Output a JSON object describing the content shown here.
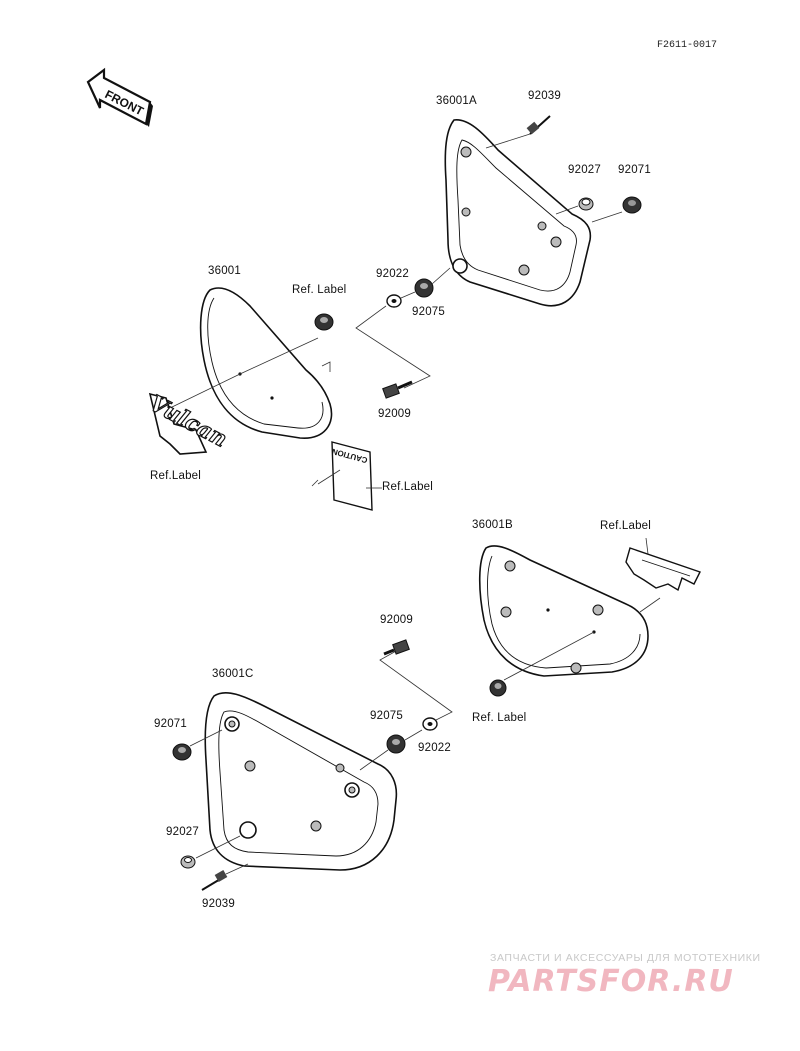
{
  "diagram": {
    "code": "F2611-0017",
    "front_label": "FRONT",
    "emblem_text": "Vulcan",
    "sticker_text": "CAUTION",
    "labels": {
      "part_36001A": "36001A",
      "part_92039_top": "92039",
      "part_92027_top": "92027",
      "part_92071_top": "92071",
      "part_36001": "36001",
      "ref_label_grommet": "Ref. Label",
      "part_92022_top": "92022",
      "part_92075_top": "92075",
      "part_92009_top": "92009",
      "ref_label_emblem": "Ref.Label",
      "ref_label_sticker": "Ref.Label",
      "part_36001B": "36001B",
      "ref_label_decal": "Ref.Label",
      "part_92009_bottom": "92009",
      "ref_label_grommet_b": "Ref. Label",
      "part_36001C": "36001C",
      "part_92071_bottom": "92071",
      "part_92075_bottom": "92075",
      "part_92022_bottom": "92022",
      "part_92027_bottom": "92027",
      "part_92039_bottom": "92039"
    }
  },
  "watermark": {
    "tagline": "ЗАПЧАСТИ И АКСЕССУАРЫ ДЛЯ МОТОТЕХНИКИ",
    "brand": "PARTSFOR.RU"
  }
}
